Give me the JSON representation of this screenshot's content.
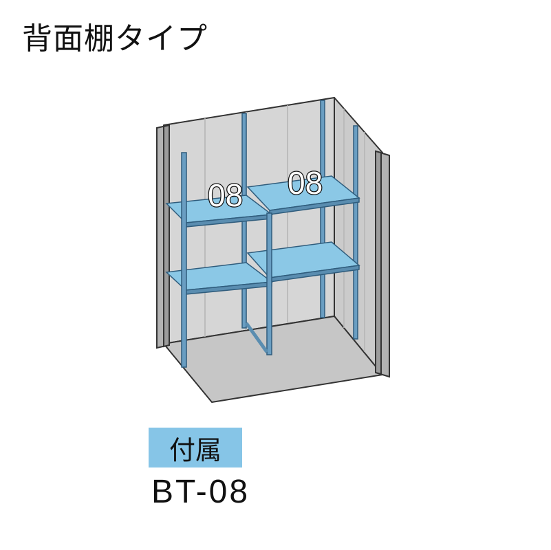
{
  "title": "背面棚タイプ",
  "shelf_labels": [
    "08",
    "08"
  ],
  "accessory": {
    "label": "付属",
    "model": "BT-08"
  },
  "colors": {
    "shelf": "#8bc8e6",
    "frame": "#5a8db0",
    "wall": "#d3d3d3",
    "floor": "#c8c8c8",
    "badge": "#86c5e7"
  }
}
